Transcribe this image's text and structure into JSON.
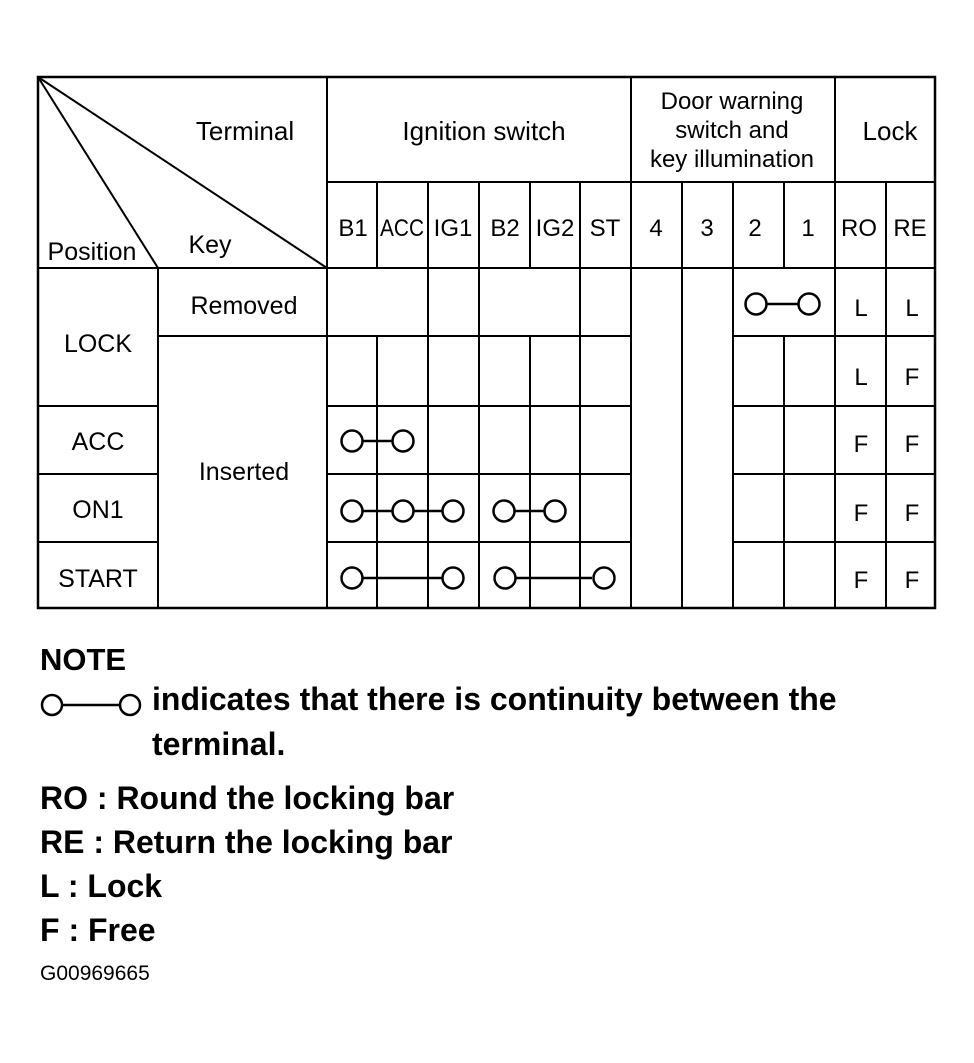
{
  "table": {
    "corner": {
      "terminal": "Terminal",
      "position": "Position",
      "key": "Key"
    },
    "groups": [
      "Ignition switch",
      "Door warning",
      "switch and",
      "key illumination",
      "Lock"
    ],
    "columns": [
      "B1",
      "ACC",
      "IG1",
      "B2",
      "IG2",
      "ST",
      "4",
      "3",
      "2",
      "1",
      "RO",
      "RE"
    ],
    "positions": [
      "LOCK",
      "ACC",
      "ON1",
      "START"
    ],
    "keys": [
      "Removed",
      "Inserted"
    ],
    "lock_values": [
      {
        "ro": "L",
        "re": "L"
      },
      {
        "ro": "L",
        "re": "F"
      },
      {
        "ro": "F",
        "re": "F"
      },
      {
        "ro": "F",
        "re": "F"
      },
      {
        "ro": "F",
        "re": "F"
      }
    ],
    "continuity_rows": [
      {
        "row": "LOCK / Removed",
        "links": [
          [
            "2",
            "1"
          ]
        ]
      },
      {
        "row": "LOCK / Inserted",
        "links": []
      },
      {
        "row": "ACC",
        "links": [
          [
            "B1",
            "ACC"
          ]
        ]
      },
      {
        "row": "ON1",
        "links": [
          [
            "B1",
            "ACC",
            "IG1"
          ],
          [
            "B2",
            "IG2"
          ]
        ]
      },
      {
        "row": "START",
        "links": [
          [
            "B1",
            "IG1"
          ],
          [
            "B2",
            "ST"
          ]
        ]
      }
    ]
  },
  "notes": {
    "title": "NOTE",
    "continuity_line1": "indicates that there is continuity between the",
    "continuity_line2": "terminal.",
    "ro": "RO : Round the locking bar",
    "re": "RE : Return the locking bar",
    "l": "L : Lock",
    "f": "F : Free"
  },
  "figure_code": "G00969665",
  "colors": {
    "ink": "#000000",
    "background": "#ffffff"
  }
}
